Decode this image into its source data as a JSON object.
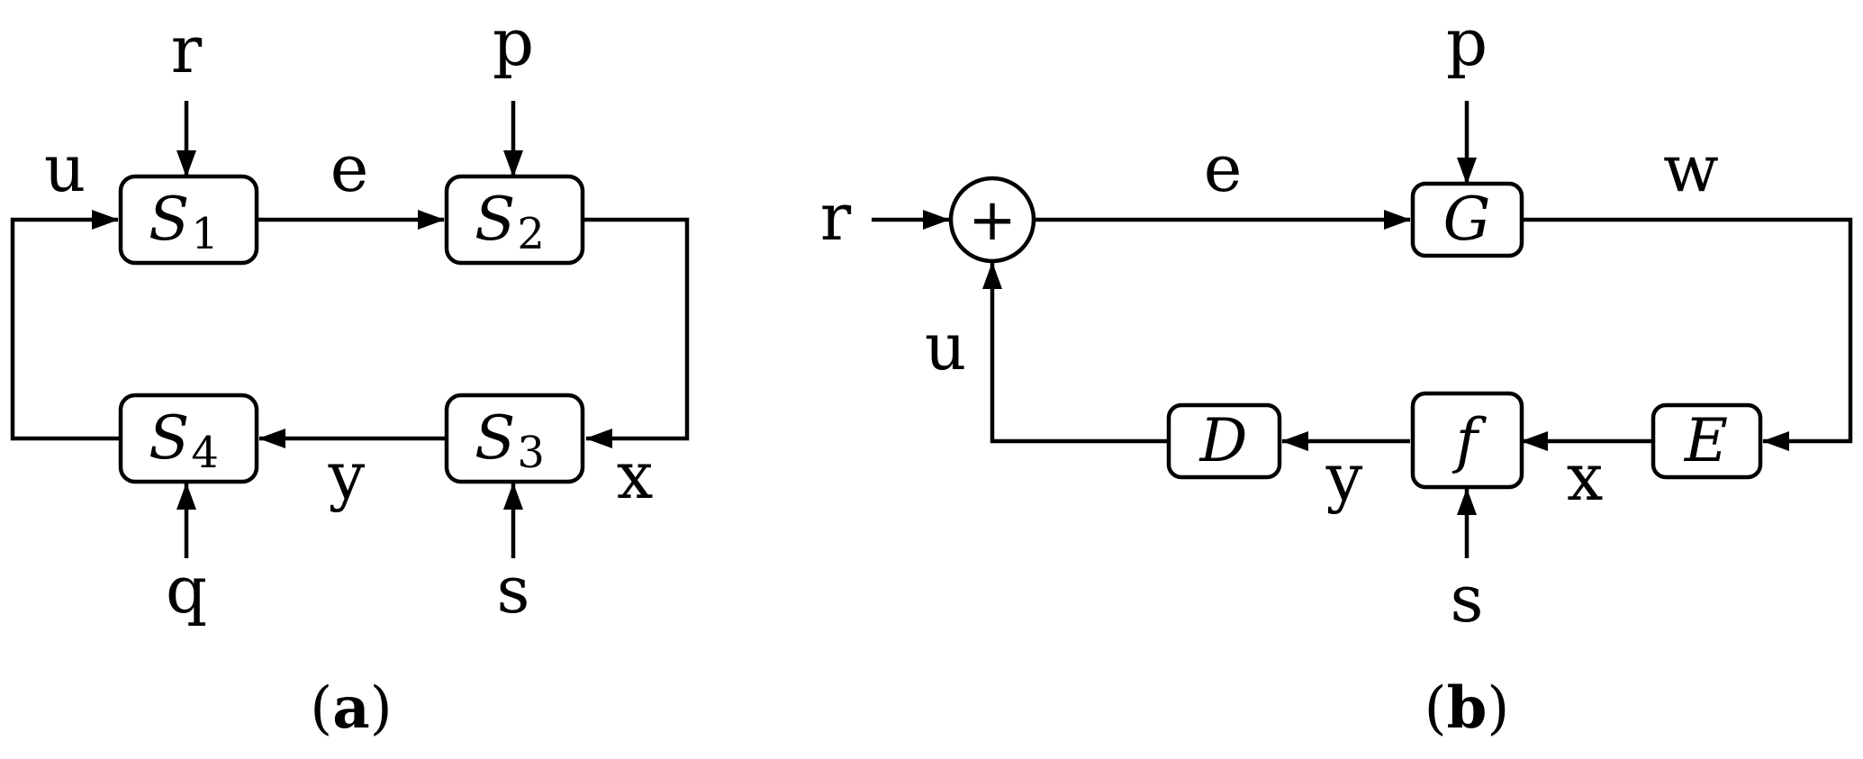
{
  "panel_a": {
    "caption": {
      "open": "(",
      "letter": "a",
      "close": ")"
    },
    "blocks": {
      "s1": {
        "main": "S",
        "sub": "1"
      },
      "s2": {
        "main": "S",
        "sub": "2"
      },
      "s3": {
        "main": "S",
        "sub": "3"
      },
      "s4": {
        "main": "S",
        "sub": "4"
      }
    },
    "signals": {
      "u": "u",
      "r": "r",
      "e": "e",
      "p": "p",
      "x": "x",
      "y": "y",
      "q": "q",
      "s": "s"
    }
  },
  "panel_b": {
    "caption": {
      "open": "(",
      "letter": "b",
      "close": ")"
    },
    "summing_junction": "+",
    "blocks": {
      "G": "G",
      "D": "D",
      "f": "f",
      "E": "E"
    },
    "signals": {
      "r": "r",
      "e": "e",
      "p": "p",
      "w": "w",
      "u": "u",
      "y": "y",
      "x": "x",
      "s": "s"
    }
  }
}
